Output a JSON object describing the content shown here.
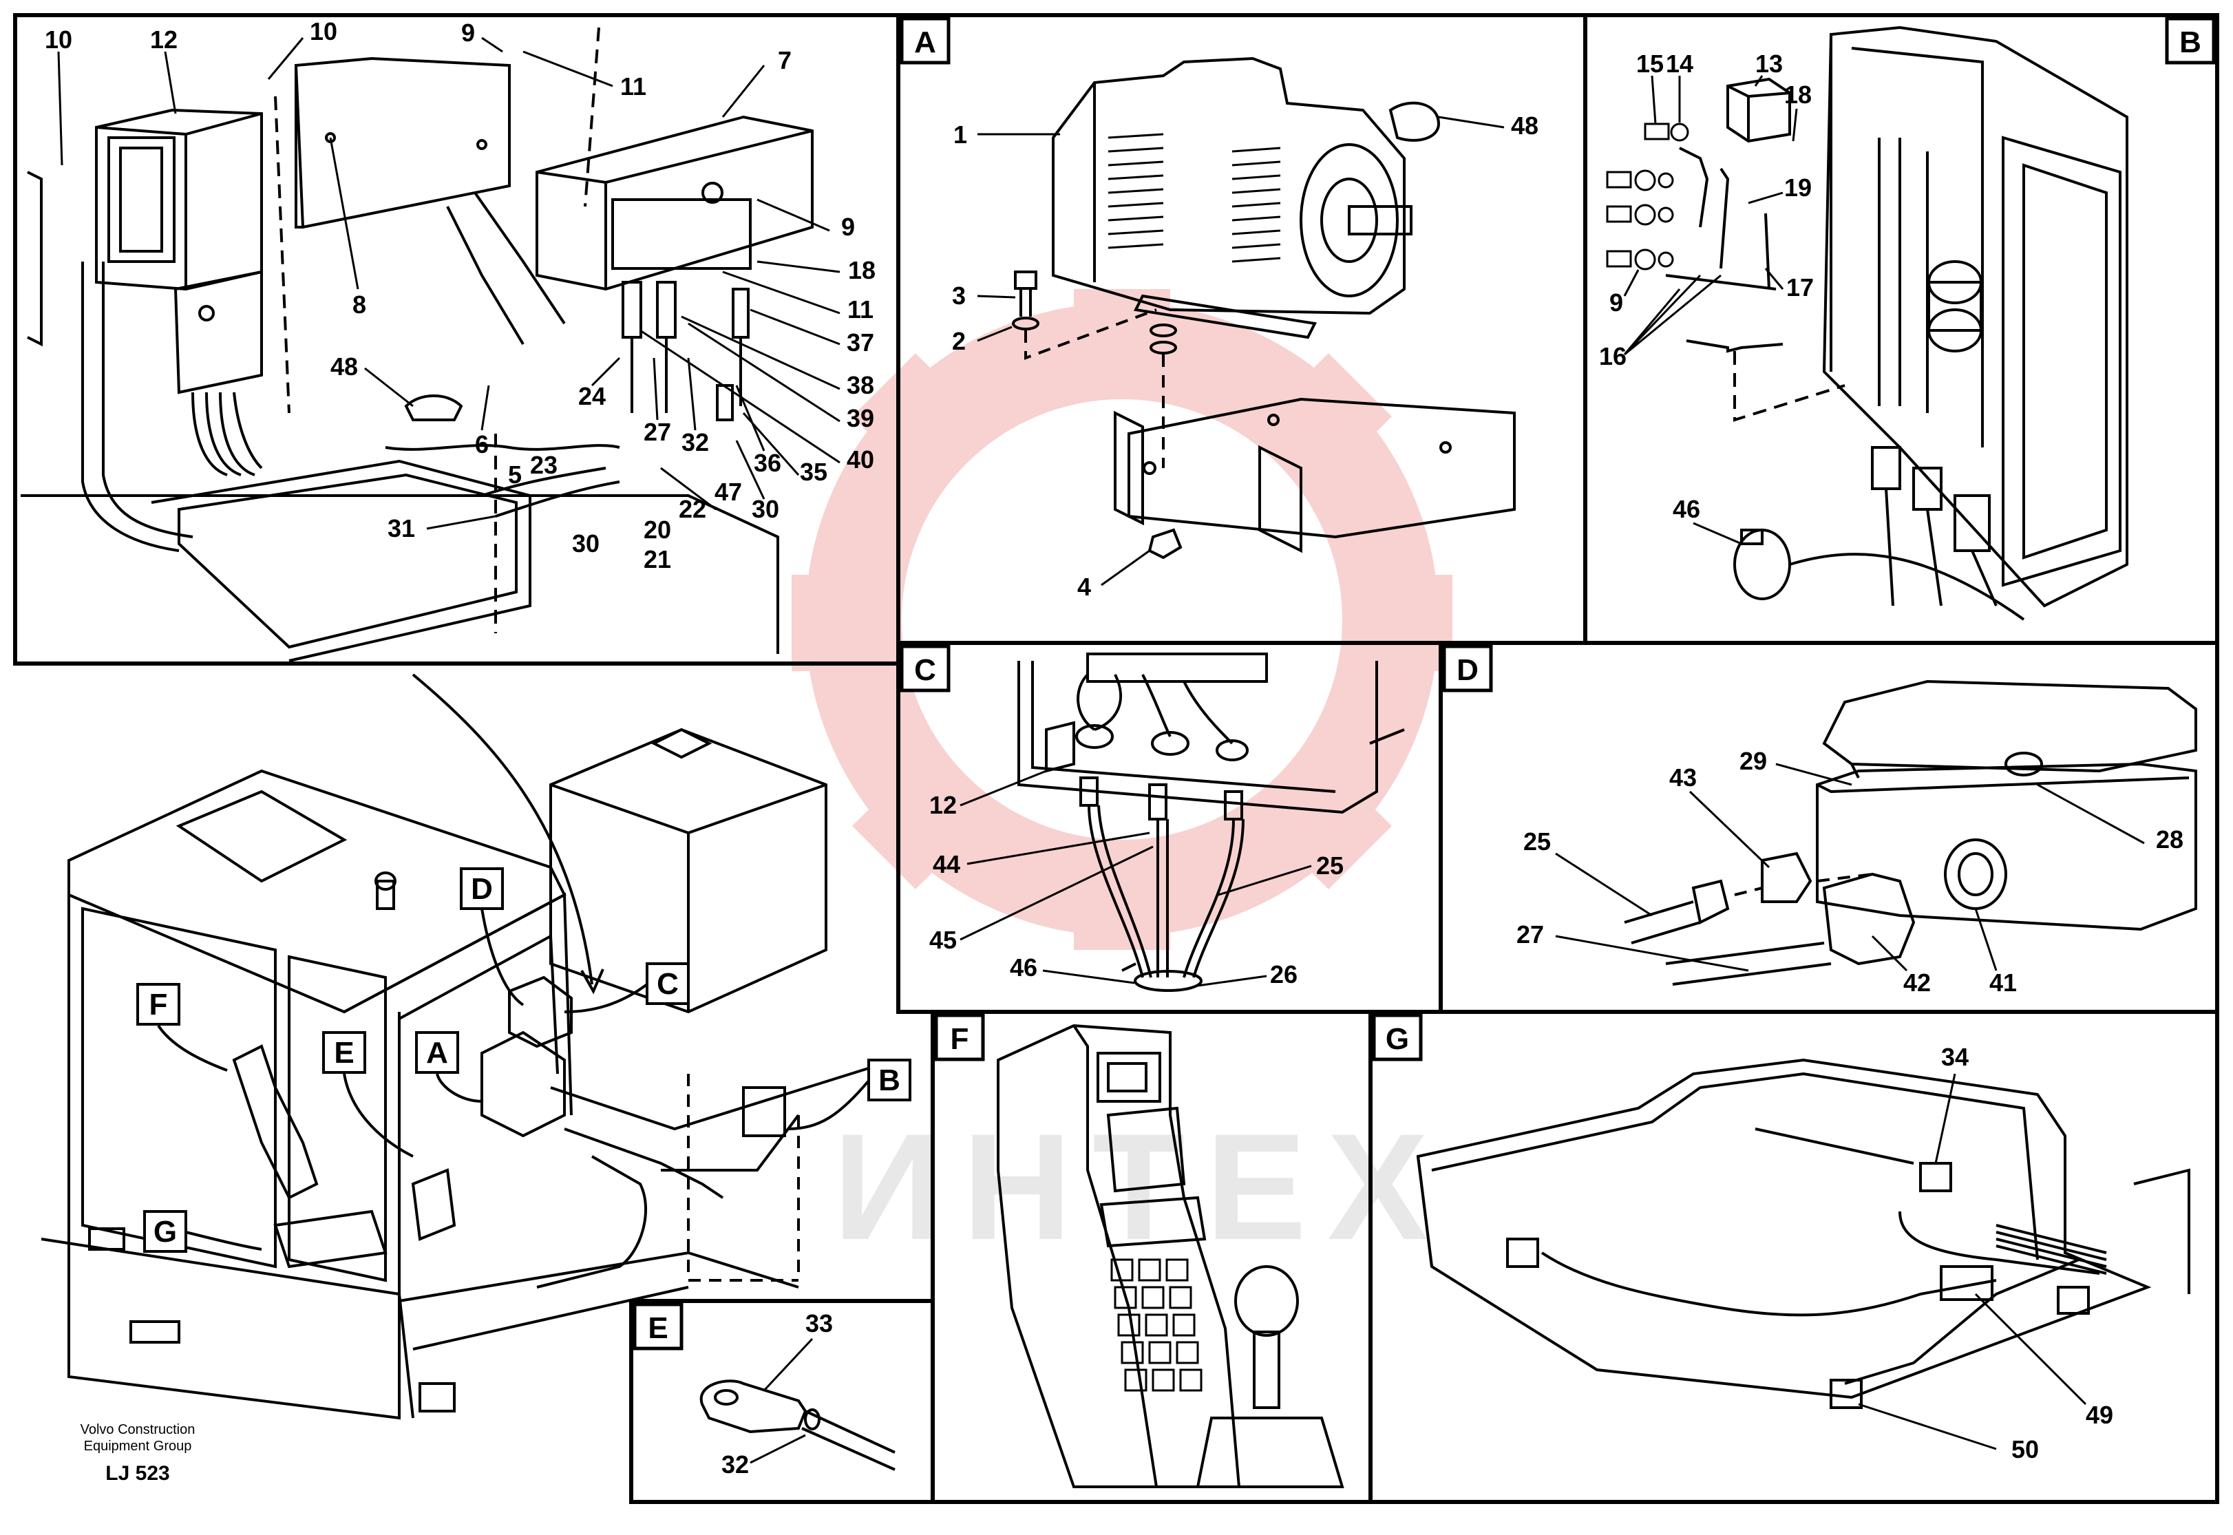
{
  "watermark": {
    "text": "ИНТЕХ",
    "gear_color": "#f6b9b9"
  },
  "footer": {
    "company_line1": "Volvo Construction",
    "company_line2": "Equipment Group",
    "drawing_id": "LJ 523"
  },
  "panels": {
    "A": "A",
    "B": "B",
    "C": "C",
    "D": "D",
    "E": "E",
    "F": "F",
    "G": "G"
  },
  "callouts": {
    "overview": [
      "F",
      "E",
      "A",
      "D",
      "C",
      "B",
      "G"
    ]
  },
  "part_labels": {
    "main": [
      "10",
      "12",
      "10",
      "9",
      "11",
      "7",
      "8",
      "9",
      "18",
      "11",
      "37",
      "38",
      "39",
      "40",
      "48",
      "6",
      "5",
      "24",
      "27",
      "32",
      "36",
      "35",
      "23",
      "22",
      "47",
      "30",
      "31",
      "20",
      "30",
      "21"
    ],
    "A": [
      "1",
      "48",
      "3",
      "2",
      "4"
    ],
    "B": [
      "15",
      "14",
      "13",
      "18",
      "19",
      "17",
      "9",
      "16",
      "46"
    ],
    "C": [
      "12",
      "44",
      "25",
      "45",
      "46",
      "26"
    ],
    "D": [
      "43",
      "29",
      "25",
      "28",
      "27",
      "42",
      "41"
    ],
    "E": [
      "33",
      "32"
    ],
    "G": [
      "34",
      "49",
      "50"
    ]
  }
}
